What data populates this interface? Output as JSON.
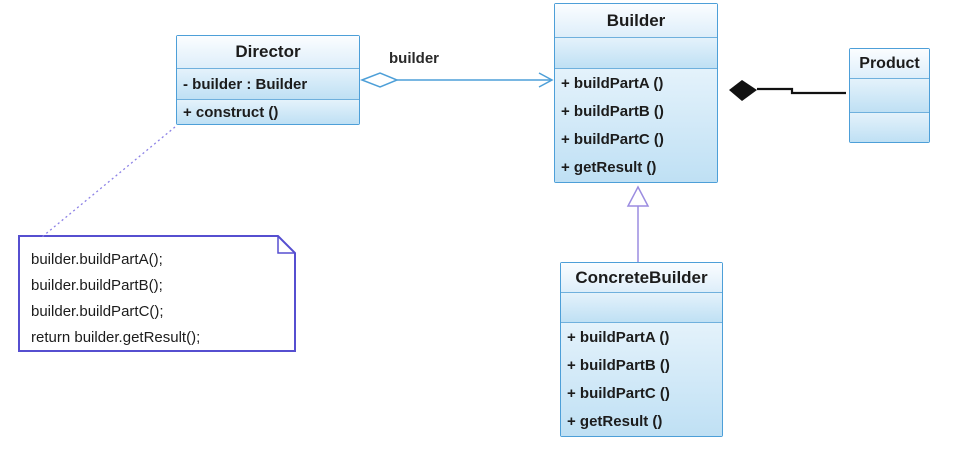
{
  "colors": {
    "box_border": "#4d9fd8",
    "box_divider": "#6fb0dd",
    "connector_blue": "#4d9fd8",
    "inheritance_purple": "#9b8ce0",
    "note_link_purple": "#8d82e6",
    "note_border": "#564fd0",
    "association_black": "#111111"
  },
  "classes": {
    "director": {
      "title": "Director",
      "attributes": [
        "- builder : Builder"
      ],
      "methods": [
        "+ construct ()"
      ]
    },
    "builder": {
      "title": "Builder",
      "attributes": [],
      "methods": [
        "+ buildPartA ()",
        "+ buildPartB ()",
        "+ buildPartC ()",
        "+ getResult ()"
      ]
    },
    "concrete_builder": {
      "title": "ConcreteBuilder",
      "attributes": [],
      "methods": [
        "+ buildPartA ()",
        "+ buildPartB ()",
        "+ buildPartC ()",
        "+ getResult ()"
      ]
    },
    "product": {
      "title": "Product",
      "attributes": [],
      "methods": []
    }
  },
  "relationships": {
    "aggregation_label": "builder"
  },
  "note": {
    "lines": [
      "builder.buildPartA();",
      "builder.buildPartB();",
      "builder.buildPartC();",
      "return builder.getResult();"
    ]
  }
}
